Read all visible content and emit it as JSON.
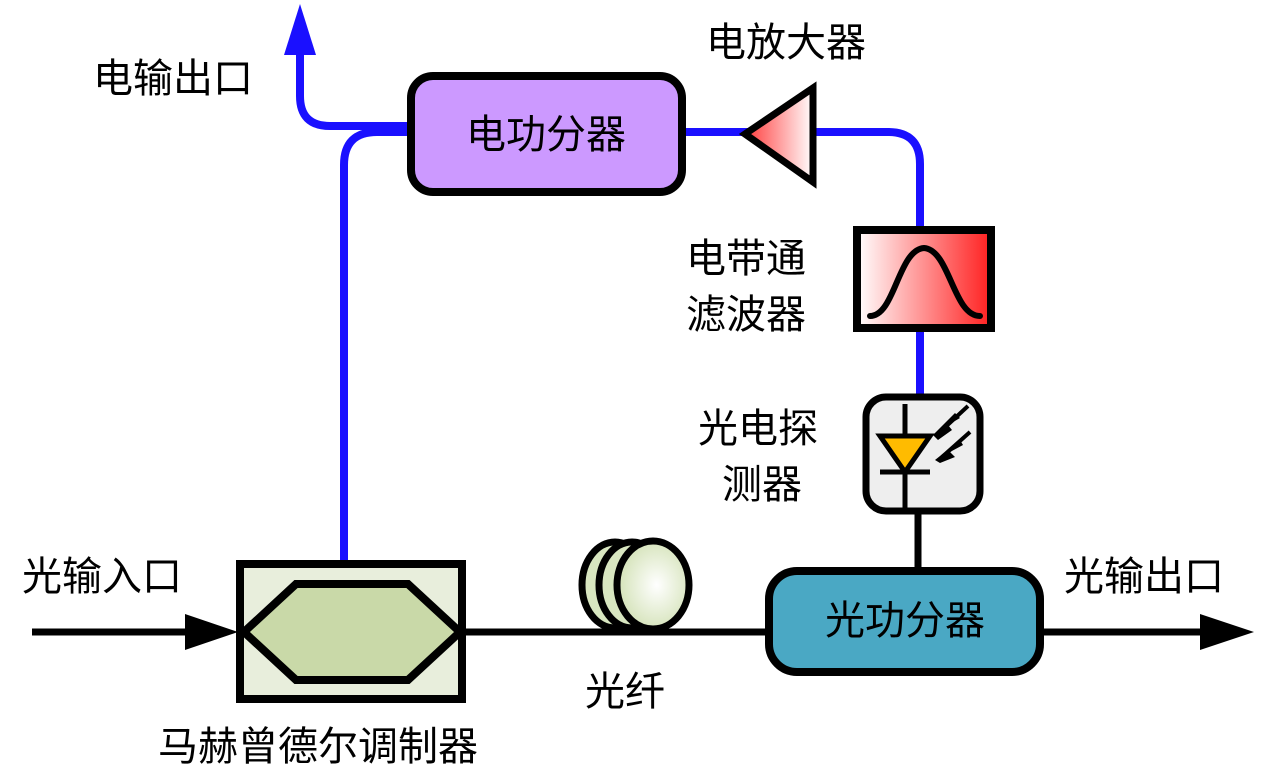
{
  "diagram": {
    "title": "光电振荡器结构示意图",
    "colors": {
      "electrical_wire": "#1a10ff",
      "optical_wire": "#000000",
      "power_splitter_electrical": "#cc99ff",
      "power_splitter_optical": "#4aa8c4",
      "modulator_outer": "#e8eedc",
      "modulator_inner": "#c9d9a8",
      "photodetector_bg": "#eeeeee",
      "diode_fill": "#ffbb00",
      "filter_gradient_end": "#ff2020",
      "amplifier_gradient_start": "#ff4040",
      "fiber_fill": "#d8e6c0"
    },
    "labels": {
      "electrical_output": "电输出口",
      "electrical_amplifier": "电放大器",
      "electrical_power_splitter": "电功分器",
      "bandpass_filter_line1": "电带通",
      "bandpass_filter_line2": "滤波器",
      "photodetector_line1": "光电探",
      "photodetector_line2": "测器",
      "optical_input": "光输入口",
      "optical_fiber": "光纤",
      "optical_power_splitter": "光功分器",
      "optical_output": "光输出口",
      "mach_zehnder_modulator": "马赫曾德尔调制器"
    }
  }
}
